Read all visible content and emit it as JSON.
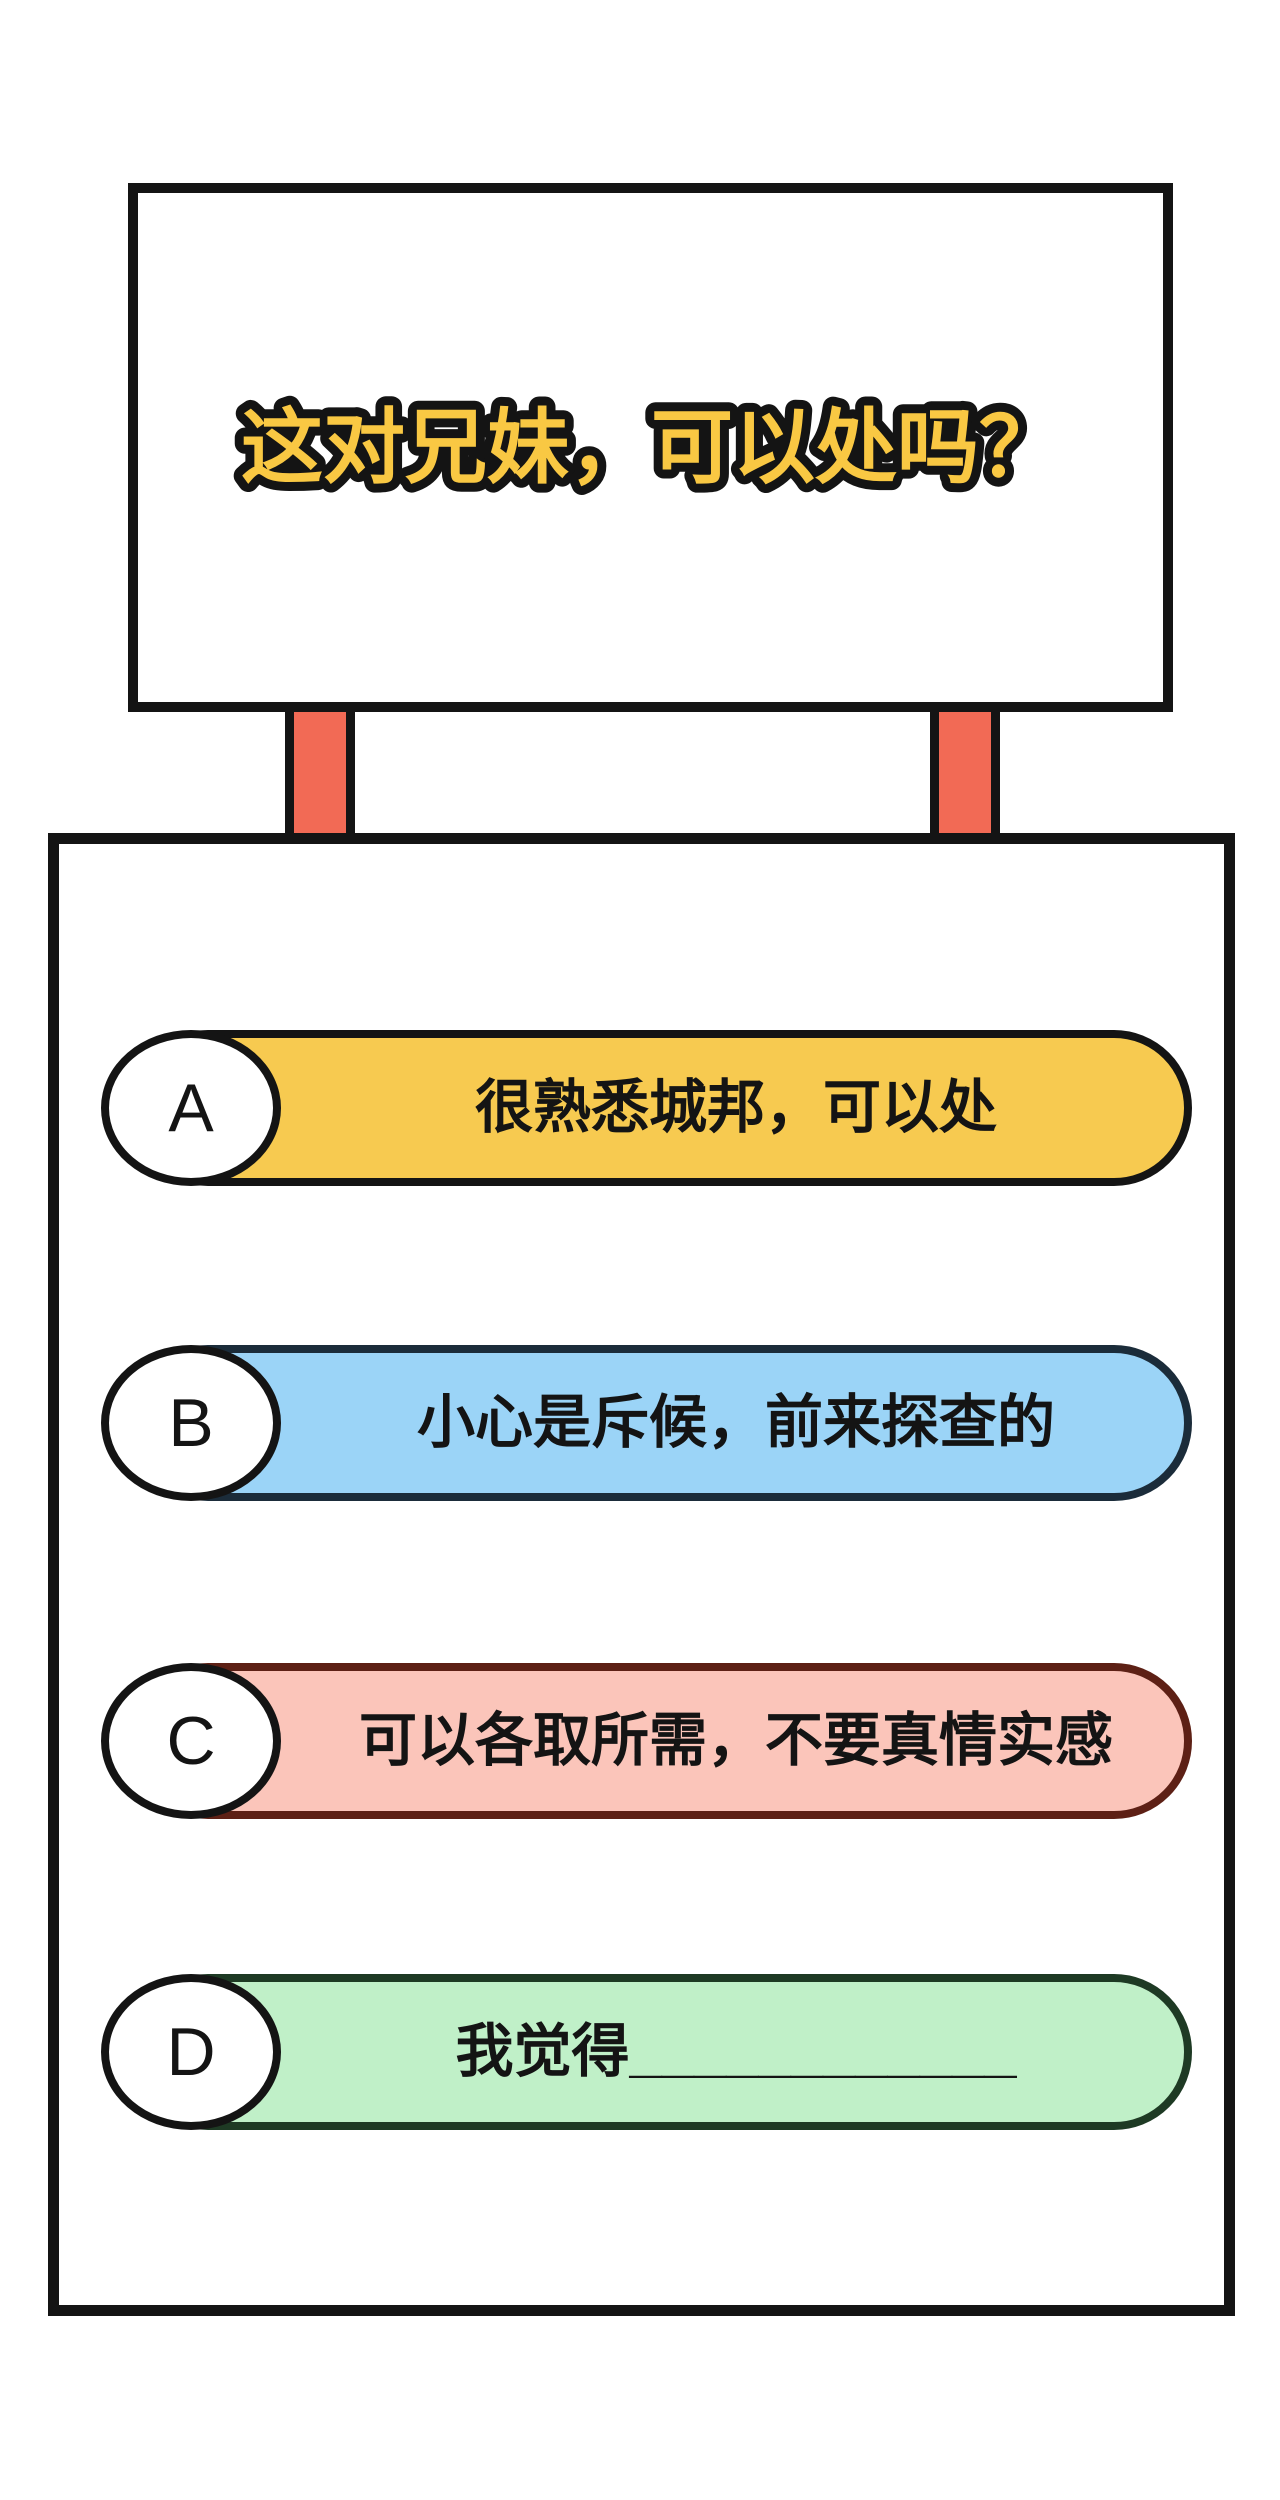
{
  "page": {
    "background": "#ffffff",
    "frame_color": "#141414"
  },
  "sign": {
    "title": "这对兄妹，可以处吗？",
    "title_color": "#F9C843",
    "title_outline_color": "#141414"
  },
  "stand": {
    "post_color": "#F26A55"
  },
  "poll": {
    "options": [
      {
        "letter": "A",
        "text": "很熟悉城邦，可以处",
        "fill": "#F7CA50",
        "border": "#141414"
      },
      {
        "letter": "B",
        "text": "小心是斥候，前来探查的",
        "fill": "#9BD4F7",
        "border": "#1B2C3A"
      },
      {
        "letter": "C",
        "text": "可以各取所需，不要真情实感",
        "fill": "#FBC5BA",
        "border": "#5D2015"
      },
      {
        "letter": "D",
        "text": "我觉得____________",
        "fill": "#C0F0C8",
        "border": "#1E3A24"
      }
    ]
  }
}
